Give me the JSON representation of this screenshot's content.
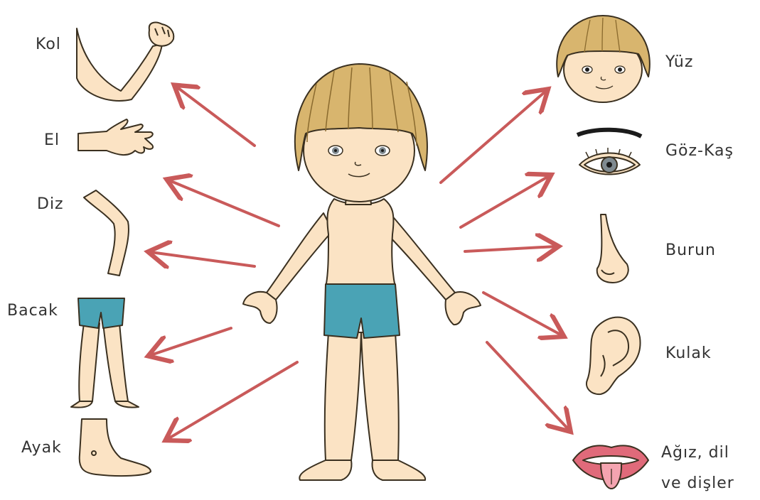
{
  "colors": {
    "arrow": "#c95a5a",
    "skin": "#fbe3c4",
    "hair": "#d8b56e",
    "hair_dark": "#8a6a2e",
    "shorts": "#4aa3b5",
    "outline": "#3a3020",
    "eye_iris": "#7f8a90",
    "mouth": "#e06a7a",
    "background": "#ffffff"
  },
  "labels": {
    "left": {
      "kol": "Kol",
      "el": "El",
      "diz": "Diz",
      "bacak": "Bacak",
      "ayak": "Ayak"
    },
    "right": {
      "yuz": "Yüz",
      "goz_kas": "Göz-Kaş",
      "burun": "Burun",
      "kulak": "Kulak",
      "agiz_line1": "Ağız, dil",
      "agiz_line2": "ve dişler"
    }
  },
  "icons": {
    "arm": "arm-icon",
    "hand": "hand-icon",
    "knee": "knee-icon",
    "leg": "leg-icon",
    "foot": "foot-icon",
    "face": "face-icon",
    "eye": "eye-icon",
    "nose": "nose-icon",
    "ear": "ear-icon",
    "mouth": "mouth-icon",
    "child": "child-figure"
  }
}
